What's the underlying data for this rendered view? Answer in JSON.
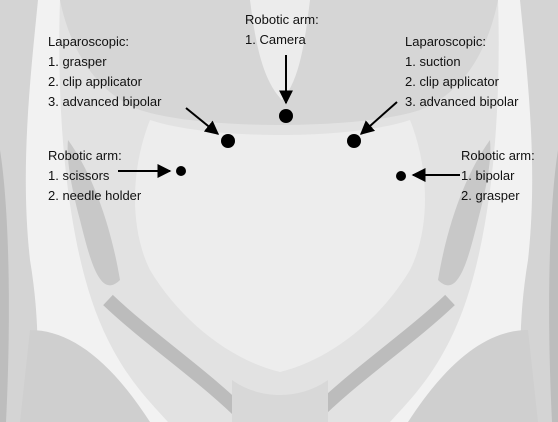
{
  "labels": {
    "top_center": {
      "heading": "Robotic arm:",
      "items": [
        "1. Camera"
      ]
    },
    "upper_left": {
      "heading": "Laparoscopic:",
      "items": [
        "1. grasper",
        "2. clip applicator",
        "3. advanced bipolar"
      ]
    },
    "upper_right": {
      "heading": "Laparoscopic:",
      "items": [
        "1. suction",
        "2. clip applicator",
        "3. advanced bipolar"
      ]
    },
    "mid_left": {
      "heading": "Robotic arm:",
      "items": [
        "1. scissors",
        "2. needle holder"
      ]
    },
    "mid_right": {
      "heading": "Robotic arm:",
      "items": [
        "1. bipolar",
        "2. grasper"
      ]
    }
  },
  "colors": {
    "port": "#000000",
    "arrow": "#000000",
    "skin_light": "#e9e9e9",
    "skin_mid": "#d2d2d2",
    "skin_dark": "#b9b9b9"
  }
}
